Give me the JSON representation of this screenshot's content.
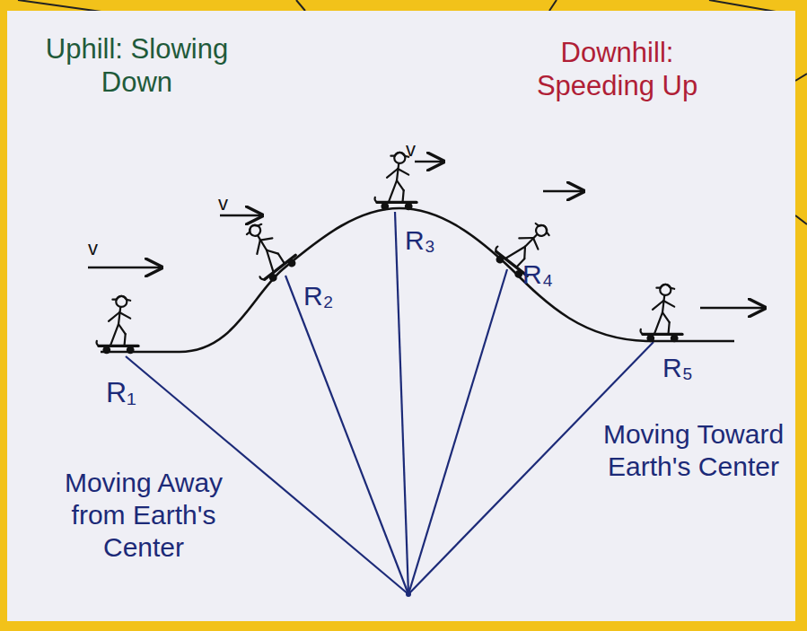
{
  "diagram": {
    "labels": [
      "Uphill: Slowing Down",
      "Downhill: Speeding Up",
      "v",
      "v",
      "v",
      "R₁",
      "R₂",
      "R₃",
      "R₄",
      "R₅",
      "Moving Away from Earth's Center",
      "Moving Toward Earth's Center"
    ]
  }
}
